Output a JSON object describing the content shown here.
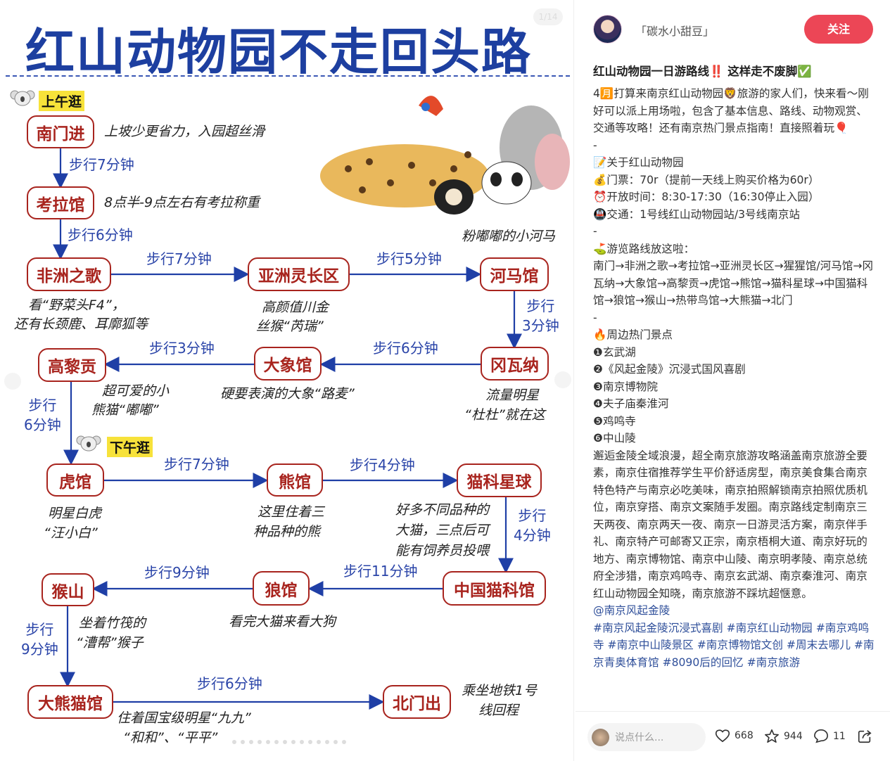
{
  "image_panel": {
    "title": "红山动物园不走回头路",
    "pager": "1/14",
    "morning_tag": "上午逛",
    "afternoon_tag": "下午逛",
    "nodes": [
      "南门进",
      "考拉馆",
      "非洲之歌",
      "亚洲灵长区",
      "河马馆",
      "冈瓦纳",
      "大象馆",
      "高黎贡",
      "虎馆",
      "熊馆",
      "猫科星球",
      "中国猫科馆",
      "狼馆",
      "猴山",
      "大熊猫馆",
      "北门出"
    ],
    "walks": [
      "步行7分钟",
      "步行6分钟",
      "步行7分钟",
      "步行5分钟",
      "步行\n3分钟",
      "步行6分钟",
      "步行3分钟",
      "步行\n6分钟",
      "步行7分钟",
      "步行4分钟",
      "步行\n4分钟",
      "步行11分钟",
      "步行9分钟",
      "步行\n9分钟",
      "步行6分钟"
    ],
    "notes": {
      "nanmen": "上坡少更省力，入园超丝滑",
      "koala": "8点半-9点左右有考拉称重",
      "africa_1": "看“野菜头F4”，",
      "africa_2": "还有长颈鹿、耳廓狐等",
      "primate_1": "高颜值川金",
      "primate_2": "丝猴“芮瑞”",
      "hippo": "粉嘟嘟的小河马",
      "gaoligong_1": "超可爱的小",
      "gaoligong_2": "熊猫“嘟嘟”",
      "elephant": "硬要表演的大象“路麦”",
      "gondwana_1": "流量明星",
      "gondwana_2": "“杜杜”就在这",
      "tiger_1": "明星白虎",
      "tiger_2": "“汪小白”",
      "bear_1": "这里住着三",
      "bear_2": "种品种的熊",
      "cat_1": "好多不同品种的",
      "cat_2": "大猫，三点后可",
      "cat_3": "能有饲养员投喂",
      "monkey_1": "坐着竹筏的",
      "monkey_2": "“漕帮”猴子",
      "wolf": "看完大猫来看大狗",
      "panda_1": "住着国宝级明星“九九”",
      "panda_2": "“和和”、“平平”",
      "north_1": "乘坐地铁1号",
      "north_2": "线回程"
    }
  },
  "post": {
    "author": "「碳水小甜豆」",
    "follow_label": "关注",
    "title": "红山动物园一日游路线‼️ 这样走不废脚✅",
    "lines": [
      "4🈷️打算来南京红山动物园🦁旅游的家人们，快来看～刚好可以派上用场啦，包含了基本信息、路线、动物观赏、交通等攻略！还有南京热门景点指南！直接照着玩🎈",
      "-",
      "📝关于红山动物园",
      "💰门票：70r（提前一天线上购买价格为60r）",
      "⏰开放时间：8:30-17:30（16:30停止入园）",
      "🚇交通：1号线红山动物园站/3号线南京站",
      "-",
      "⛳游览路线放这啦：",
      "南门→非洲之歌→考拉馆→亚洲灵长区→猩猩馆/河马馆→冈瓦纳→大象馆→高黎贡→虎馆→熊馆→猫科星球→中国猫科馆→狼馆→猴山→热带鸟馆→大熊猫→北门",
      "-",
      "🔥周边热门景点",
      "❶玄武湖",
      "❷《风起金陵》沉浸式国风喜剧",
      "❸南京博物院",
      "❹夫子庙秦淮河",
      "❺鸡鸣寺",
      "❻中山陵",
      "邂逅金陵全域浪漫，超全南京旅游攻略涵盖南京旅游全要素，南京住宿推荐学生平价舒适房型，南京美食集合南京特色特产与南京必吃美味，南京拍照解锁南京拍照优质机位，南京穿搭、南京文案随手发圈。南京路线定制南京三天两夜、南京两天一夜、南京一日游灵活方案，南京伴手礼、南京特产可邮寄又正宗，南京梧桐大道、南京好玩的地方、南京博物馆、南京中山陵、南京明孝陵、南京总统府全涉猎，南京鸡鸣寺、南京玄武湖、南京秦淮河、南京红山动物园全知晓，南京旅游不踩坑超惬意。"
    ],
    "mention": "@南京风起金陵",
    "hashtags": "#南京风起金陵沉浸式喜剧 #南京红山动物园 #南京鸡鸣寺 #南京中山陵景区 #南京博物馆文创  #周末去哪儿 #南京青奥体育馆 #8090后的回忆  #南京旅游",
    "comment_placeholder": "说点什么...",
    "likes": "668",
    "collects": "944",
    "comments": "11"
  }
}
